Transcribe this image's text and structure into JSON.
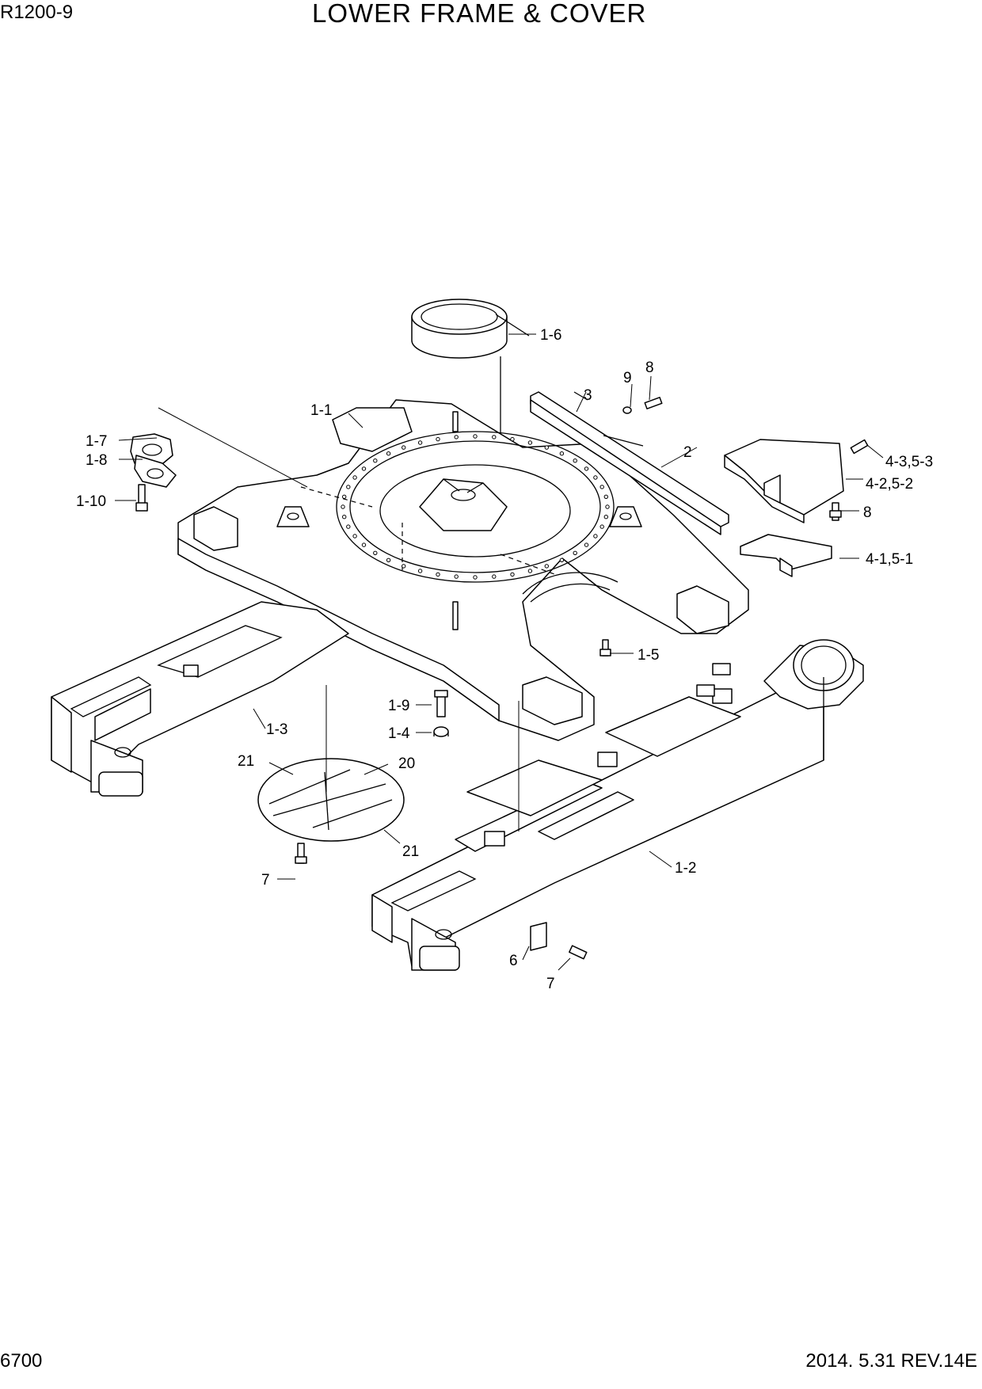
{
  "header": {
    "model": "R1200-9",
    "title": "LOWER FRAME & COVER"
  },
  "footer": {
    "page_number": "6700",
    "revision": "2014. 5.31  REV.14E"
  },
  "callouts": [
    {
      "id": "c-1-6",
      "label": "1-6"
    },
    {
      "id": "c-3",
      "label": "3"
    },
    {
      "id": "c-9",
      "label": "9"
    },
    {
      "id": "c-8a",
      "label": "8"
    },
    {
      "id": "c-1-1",
      "label": "1-1"
    },
    {
      "id": "c-2",
      "label": "2"
    },
    {
      "id": "c-1-7",
      "label": "1-7"
    },
    {
      "id": "c-1-8",
      "label": "1-8"
    },
    {
      "id": "c-4-3",
      "label": "4-3,5-3"
    },
    {
      "id": "c-4-2",
      "label": "4-2,5-2"
    },
    {
      "id": "c-1-10",
      "label": "1-10"
    },
    {
      "id": "c-8b",
      "label": "8"
    },
    {
      "id": "c-4-1",
      "label": "4-1,5-1"
    },
    {
      "id": "c-1-5",
      "label": "1-5"
    },
    {
      "id": "c-1-9",
      "label": "1-9"
    },
    {
      "id": "c-1-3",
      "label": "1-3"
    },
    {
      "id": "c-1-4",
      "label": "1-4"
    },
    {
      "id": "c-21a",
      "label": "21"
    },
    {
      "id": "c-20",
      "label": "20"
    },
    {
      "id": "c-21b",
      "label": "21"
    },
    {
      "id": "c-1-2",
      "label": "1-2"
    },
    {
      "id": "c-7a",
      "label": "7"
    },
    {
      "id": "c-6",
      "label": "6"
    },
    {
      "id": "c-7b",
      "label": "7"
    }
  ]
}
